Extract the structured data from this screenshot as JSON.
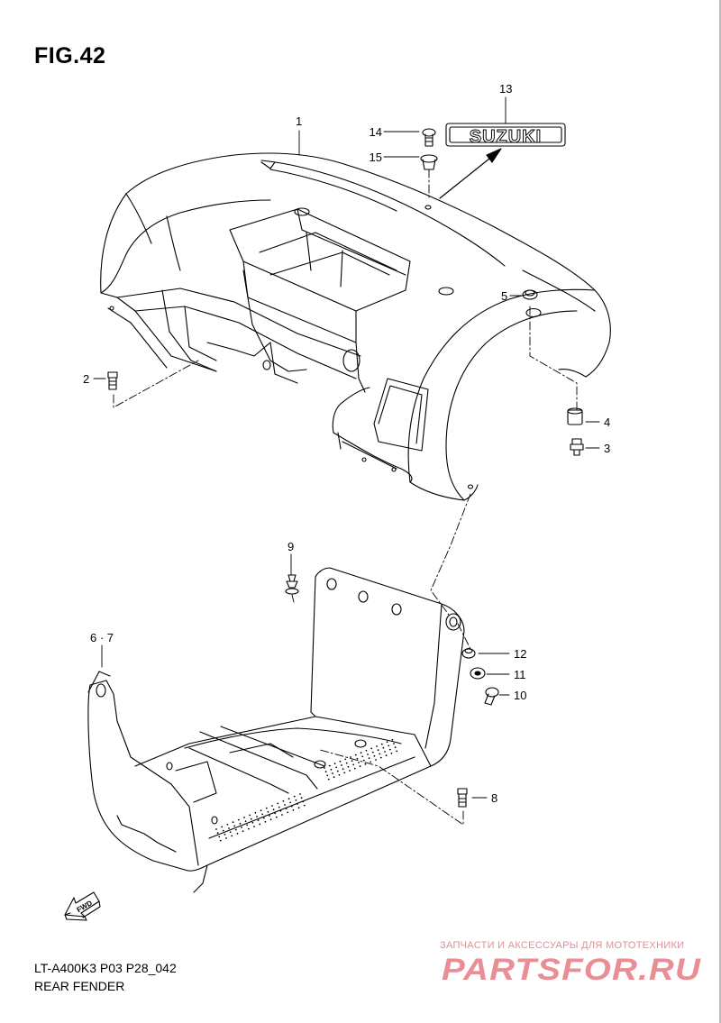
{
  "figure": {
    "title": "FIG.42",
    "model_code": "LT-A400K3 P03 P28_042",
    "section_name": "REAR FENDER"
  },
  "emblem": {
    "text": "SUZUKI"
  },
  "direction_marker": {
    "text": "FWD"
  },
  "callouts": [
    {
      "id": "1",
      "part": "rear-fender"
    },
    {
      "id": "2",
      "part": "bolt"
    },
    {
      "id": "3",
      "part": "bolt"
    },
    {
      "id": "4",
      "part": "collar"
    },
    {
      "id": "5",
      "part": "grommet"
    },
    {
      "id": "6 · 7",
      "part": "mud-guard"
    },
    {
      "id": "8",
      "part": "bolt"
    },
    {
      "id": "9",
      "part": "clip"
    },
    {
      "id": "10",
      "part": "bolt"
    },
    {
      "id": "11",
      "part": "washer"
    },
    {
      "id": "12",
      "part": "cushion"
    },
    {
      "id": "13",
      "part": "emblem"
    },
    {
      "id": "14",
      "part": "screw"
    },
    {
      "id": "15",
      "part": "nut"
    }
  ],
  "watermark": {
    "caption": "ЗАПЧАСТИ И АКСЕССУАРЫ ДЛЯ МОТОТЕХНИКИ",
    "logo_text": "PARTSFOR.RU",
    "color": "#d9323f"
  }
}
